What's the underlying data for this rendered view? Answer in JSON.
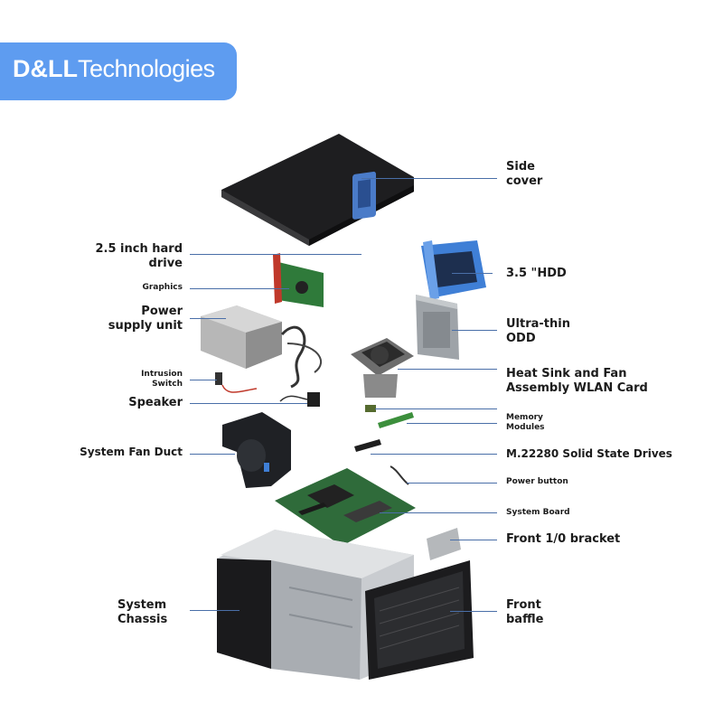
{
  "brand": {
    "logo_dell": "D&LL",
    "logo_tech": "Technologies",
    "color": "#5e9cf0"
  },
  "labels": {
    "side_cover": [
      "Side",
      "cover"
    ],
    "hard_drive_25": [
      "2.5 inch hard",
      "drive"
    ],
    "hdd_35": "3.5 \"HDD",
    "graphics": "Graphics",
    "power_supply": [
      "Power",
      "supply unit"
    ],
    "odd": [
      "Ultra-thin",
      "ODD"
    ],
    "intrusion_switch": [
      "Intrusion",
      "Switch"
    ],
    "heat_sink": [
      "Heat Sink and Fan",
      "Assembly WLAN Card"
    ],
    "speaker": "Speaker",
    "memory": [
      "Memory",
      "Modules"
    ],
    "fan_duct": "System Fan Duct",
    "ssd": "M.22280 Solid State Drives",
    "power_button": "Power button",
    "system_board": "System Board",
    "front_bracket": "Front 1/0 bracket",
    "chassis": [
      "System",
      "Chassis"
    ],
    "front_baffle": [
      "Front",
      "baffle"
    ]
  }
}
